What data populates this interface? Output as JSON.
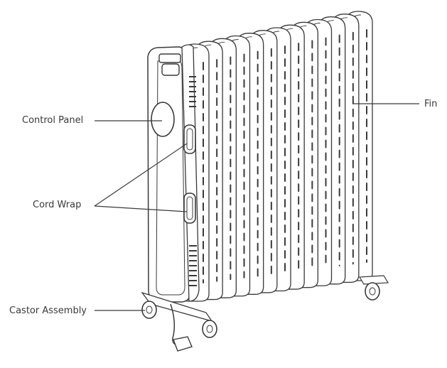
{
  "labels": {
    "control_panel": "Control Panel",
    "cord_wrap": "Cord Wrap",
    "castor_assembly": "Castor Assembly",
    "fin": "Fin"
  },
  "colors": {
    "line": "#3a3a3a",
    "fill": "#ffffff"
  }
}
